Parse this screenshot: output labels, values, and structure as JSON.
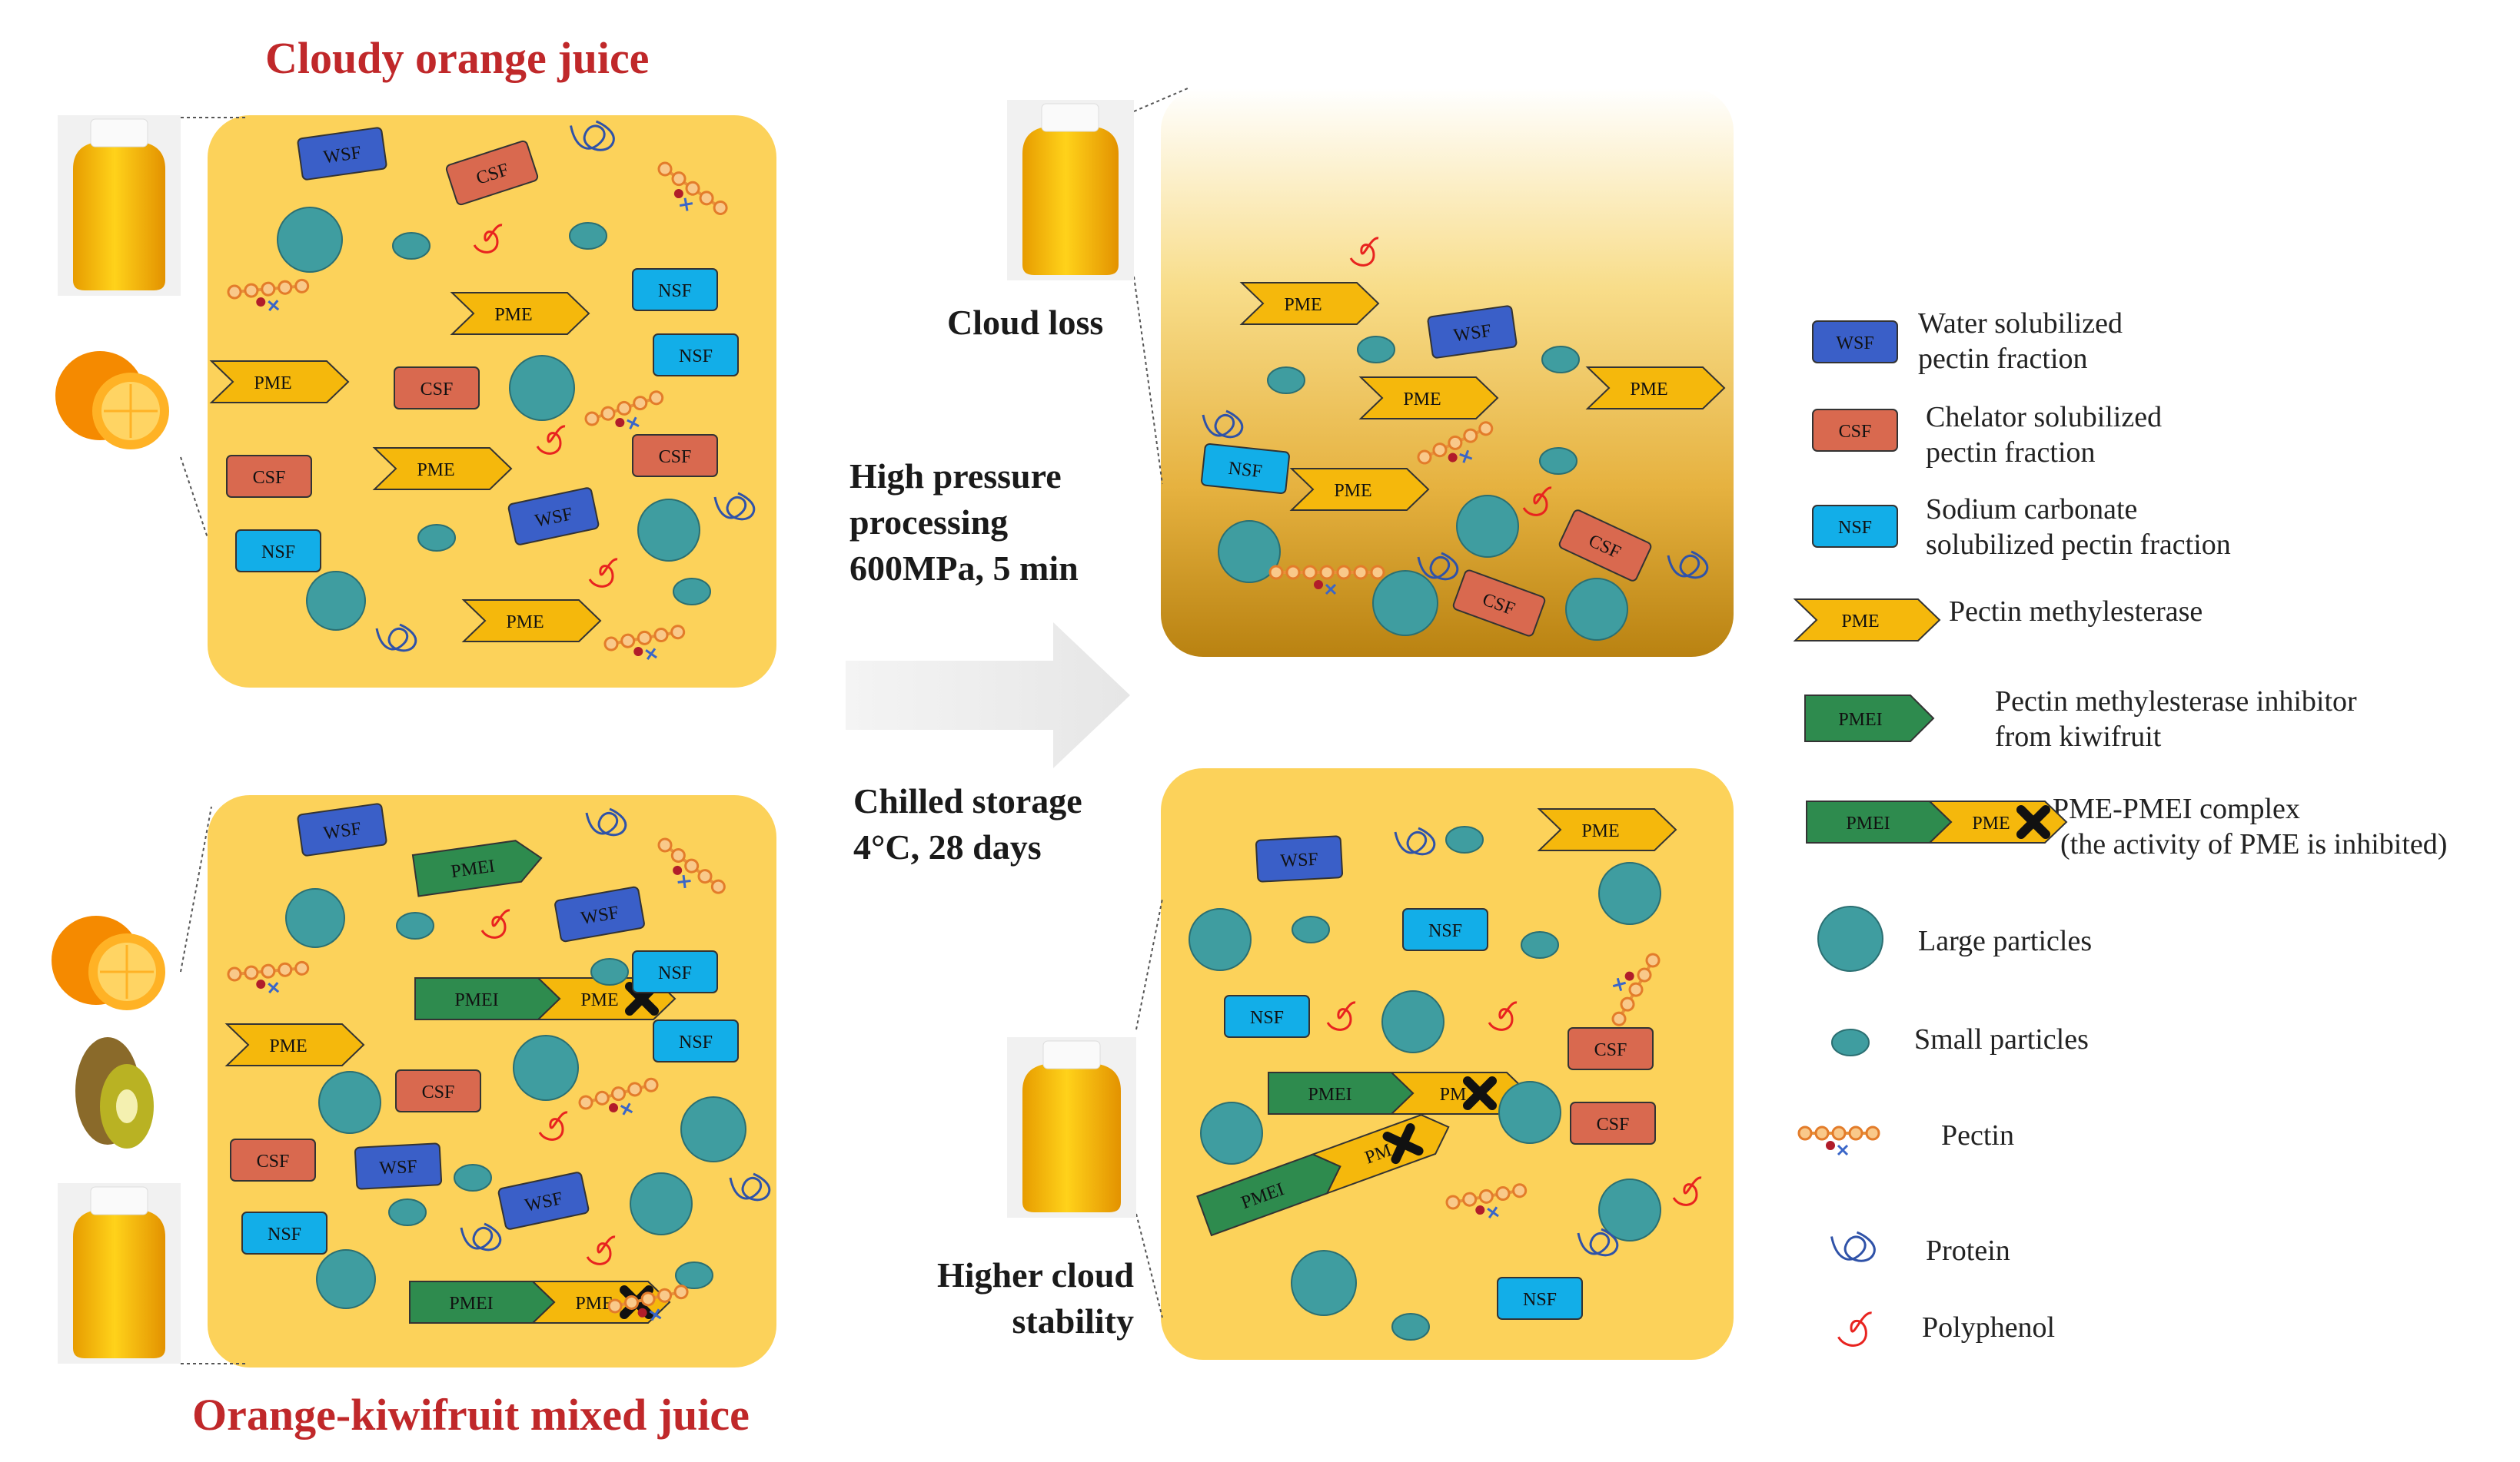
{
  "titles": {
    "cloudy": "Cloudy orange juice",
    "mixed": "Orange-kiwifruit mixed juice"
  },
  "process": {
    "hpp_line1": "High pressure",
    "hpp_line2": "processing",
    "hpp_line3": "600MPa, 5 min",
    "storage_line1": "Chilled storage",
    "storage_line2": "4°C, 28 days"
  },
  "outcomes": {
    "cloud_loss": "Cloud loss",
    "higher_line1": "Higher cloud",
    "higher_line2": "stability"
  },
  "labels": {
    "wsf": "WSF",
    "csf": "CSF",
    "nsf": "NSF",
    "pme": "PME",
    "pmei": "PMEI",
    "pm": "PM"
  },
  "legend": {
    "wsf_line1": "Water solubilized",
    "wsf_line2": "pectin fraction",
    "csf_line1": "Chelator solubilized",
    "csf_line2": "pectin fraction",
    "nsf_line1": "Sodium carbonate",
    "nsf_line2": "solubilized pectin fraction",
    "pme": "Pectin methylesterase",
    "pmei_line1": "Pectin methylesterase inhibitor",
    "pmei_line2": "from kiwifruit",
    "complex_line1": "PME-PMEI complex",
    "complex_line2": "(the activity of PME is inhibited)",
    "large": "Large particles",
    "small": "Small particles",
    "pectin": "Pectin",
    "protein": "Protein",
    "polyphenol": "Polyphenol"
  },
  "colors": {
    "panel": "#fcd25a",
    "wsf": "#3a5fc8",
    "csf": "#d9694f",
    "nsf": "#12aee8",
    "pme": "#f5b80c",
    "pmei": "#2e8b4e",
    "particle": "#3f9da0",
    "title": "#c0282a",
    "polyphenol": "#e8231f"
  }
}
